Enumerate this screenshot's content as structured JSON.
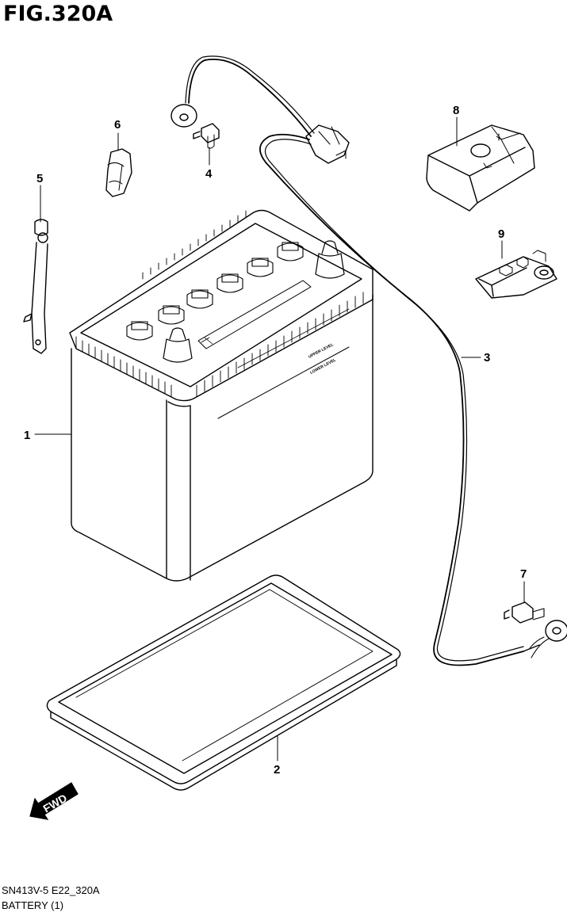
{
  "figure": {
    "title": "FIG.320A",
    "drawing_code": "SN413V-5 E22_320A",
    "drawing_name": "BATTERY (1)"
  },
  "parts": [
    {
      "id": "1",
      "label": "1"
    },
    {
      "id": "2",
      "label": "2"
    },
    {
      "id": "3",
      "label": "3"
    },
    {
      "id": "4",
      "label": "4"
    },
    {
      "id": "5",
      "label": "5"
    },
    {
      "id": "6",
      "label": "6"
    },
    {
      "id": "7",
      "label": "7"
    },
    {
      "id": "8",
      "label": "8"
    },
    {
      "id": "9",
      "label": "9"
    }
  ],
  "battery_markings": {
    "upper": "UPPER LEVEL",
    "lower": "LOWER LEVEL"
  },
  "direction_arrow": {
    "text": "FWD"
  },
  "colors": {
    "ink": "#000000",
    "paper": "#ffffff"
  }
}
